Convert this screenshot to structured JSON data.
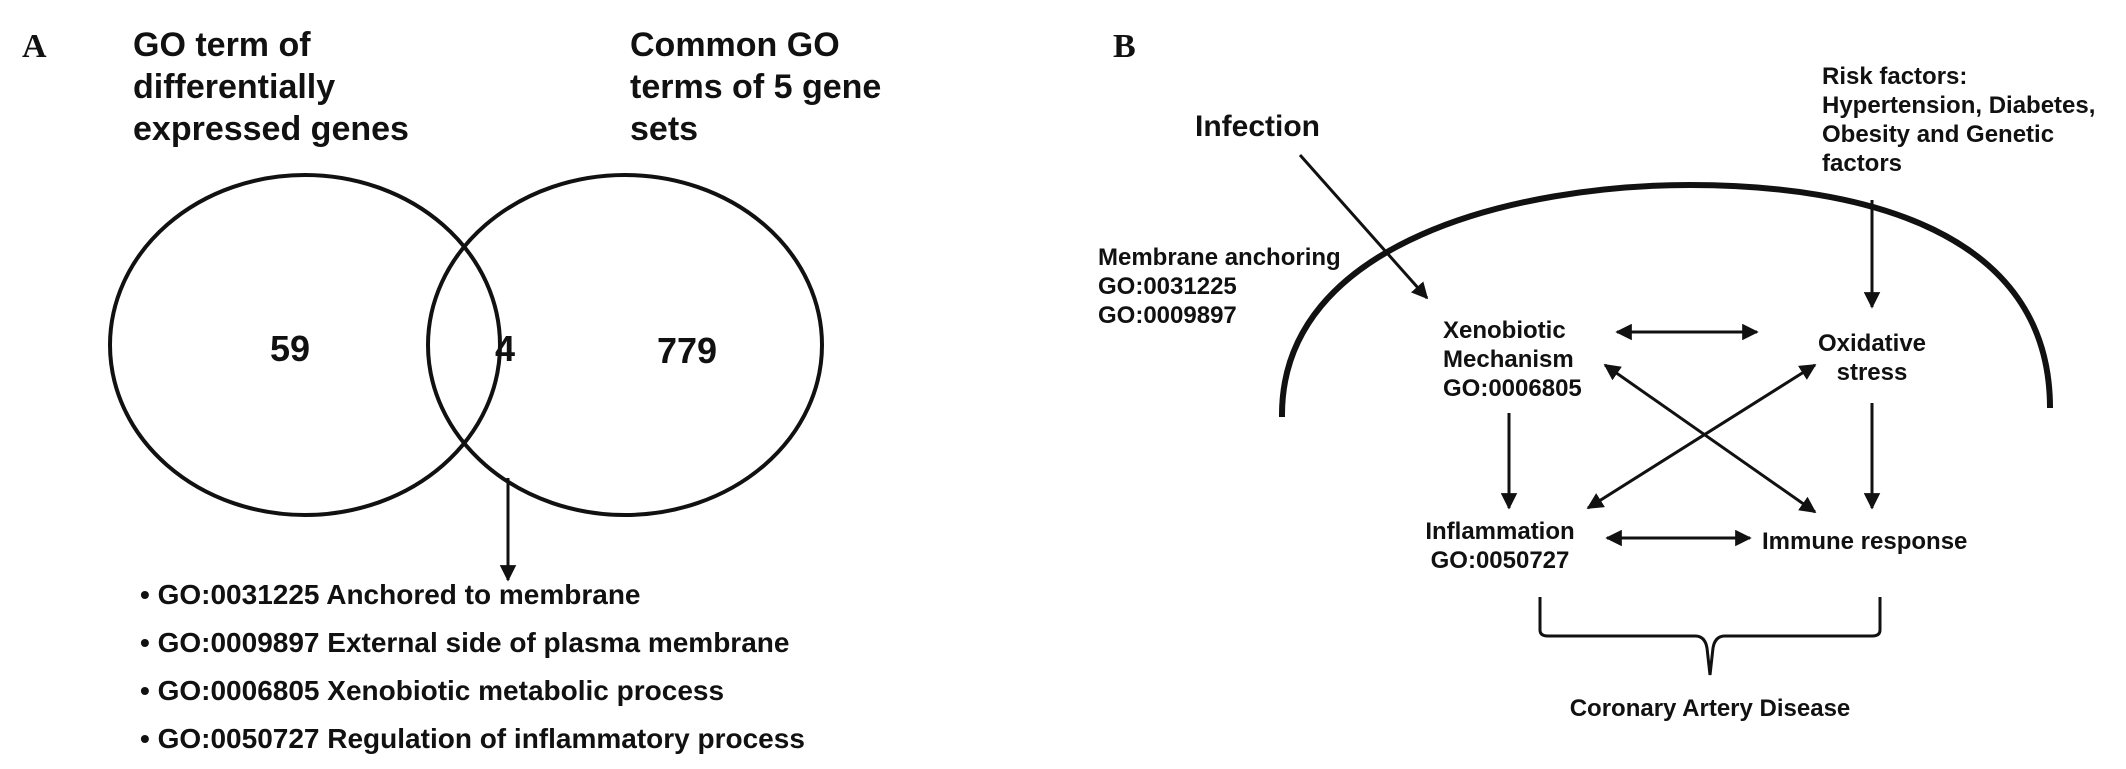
{
  "panel_a": {
    "panel_label": "A",
    "left_set_title": [
      "GO term of",
      "differentially",
      "expressed genes"
    ],
    "right_set_title": [
      "Common GO",
      "terms of 5 gene",
      "sets"
    ],
    "counts": {
      "left_only": "59",
      "overlap": "4",
      "right_only": "779"
    },
    "overlap_terms": [
      {
        "bullet": "•",
        "text": "GO:0031225 Anchored to membrane"
      },
      {
        "bullet": "•",
        "text": "GO:0009897 External side of plasma membrane"
      },
      {
        "bullet": "•",
        "text": "GO:0006805 Xenobiotic metabolic process"
      },
      {
        "bullet": "•",
        "text": "GO:0050727 Regulation of inflammatory process"
      }
    ]
  },
  "panel_b": {
    "panel_label": "B",
    "infection": "Infection",
    "risk_factors": [
      "Risk factors:",
      "Hypertension, Diabetes,",
      "Obesity and Genetic",
      "factors"
    ],
    "membrane_anchoring": [
      "Membrane anchoring",
      "GO:0031225",
      "GO:0009897"
    ],
    "xenobiotic": [
      "Xenobiotic",
      "Mechanism",
      "GO:0006805"
    ],
    "oxidative_stress": [
      "Oxidative",
      "stress"
    ],
    "inflammation": [
      "Inflammation",
      "GO:0050727"
    ],
    "immune_response": "Immune response",
    "outcome": "Coronary Artery Disease"
  }
}
